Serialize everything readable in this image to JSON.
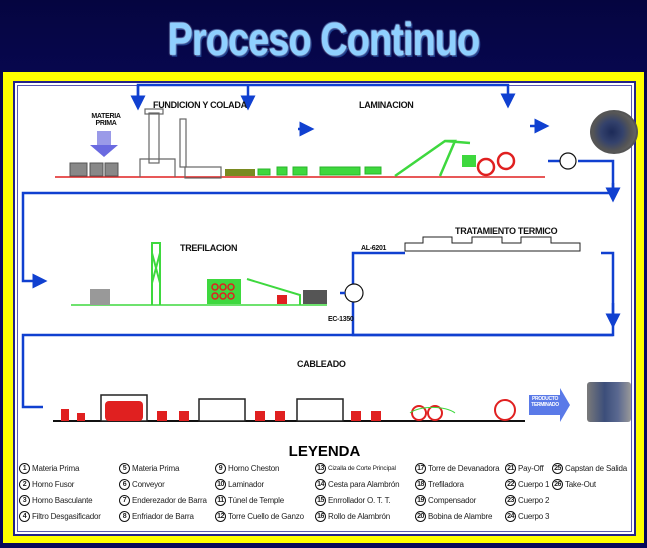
{
  "title": "Proceso Continuo",
  "sections": {
    "fundicion": "FUNDICION Y COLADA",
    "laminacion": "LAMINACION",
    "materia_prima": "MATERIA PRIMA",
    "trefilacion": "TREFILACION",
    "tratamiento": "TRATAMIENTO TERMICO",
    "cableado": "CABLEADO",
    "al": "AL-6201",
    "ec": "EC-1350",
    "producto": "PRODUCTO TERMINADO"
  },
  "legend_title": "LEYENDA",
  "legend": [
    {
      "n": "1",
      "t": "Materia Prima"
    },
    {
      "n": "2",
      "t": "Horno Fusor"
    },
    {
      "n": "3",
      "t": "Horno Basculante"
    },
    {
      "n": "4",
      "t": "Filtro Desgasificador"
    },
    {
      "n": "5",
      "t": "Materia Prima"
    },
    {
      "n": "6",
      "t": "Conveyor"
    },
    {
      "n": "7",
      "t": "Enderezador de Barra"
    },
    {
      "n": "8",
      "t": "Enfriador de Barra"
    },
    {
      "n": "9",
      "t": "Horno Cheston"
    },
    {
      "n": "10",
      "t": "Laminador"
    },
    {
      "n": "11",
      "t": "Túnel de Temple"
    },
    {
      "n": "12",
      "t": "Torre Cuello de Ganzo"
    },
    {
      "n": "13",
      "t": "Cizalla de Corte Principal"
    },
    {
      "n": "14",
      "t": "Cesta para Alambrón"
    },
    {
      "n": "15",
      "t": "Enrrollador O. T. T."
    },
    {
      "n": "16",
      "t": "Rollo de Alambrón"
    },
    {
      "n": "17",
      "t": "Torre de Devanadora"
    },
    {
      "n": "18",
      "t": "Trefiladora"
    },
    {
      "n": "19",
      "t": "Compensador"
    },
    {
      "n": "20",
      "t": "Bobina de Alambre"
    },
    {
      "n": "21",
      "t": "Pay-Off"
    },
    {
      "n": "22",
      "t": "Cuerpo 1"
    },
    {
      "n": "23",
      "t": "Cuerpo 2"
    },
    {
      "n": "24",
      "t": "Cuerpo 3"
    },
    {
      "n": "25",
      "t": "Capstan de Salida"
    },
    {
      "n": "26",
      "t": "Take-Out"
    }
  ]
}
